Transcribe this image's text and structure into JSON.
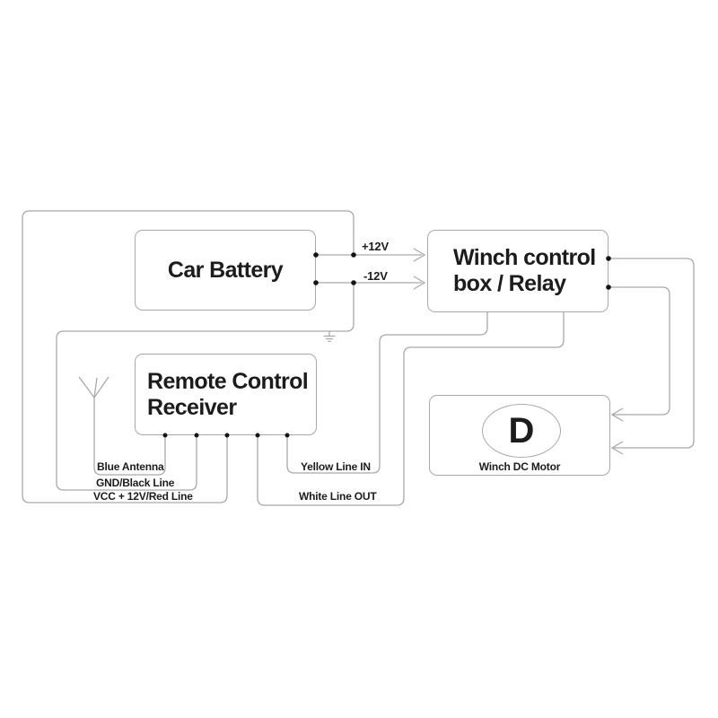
{
  "colors": {
    "wire": "#a9a9a9",
    "dot": "#141414",
    "text": "#1c1c1c",
    "bg": "#ffffff"
  },
  "boxes": {
    "car_battery": {
      "label": "Car Battery"
    },
    "winch_control": {
      "line1": "Winch control",
      "line2": "box / Relay"
    },
    "remote_receiver": {
      "line1": "Remote Control",
      "line2": "Receiver"
    },
    "winch_motor": {
      "rotor_symbol": "D",
      "label": "Winch DC Motor"
    }
  },
  "wire_labels": {
    "plus_12v": "+12V",
    "minus_12v": "-12V",
    "blue_antenna": "Blue Antenna",
    "gnd_black": "GND/Black Line",
    "vcc_red": "VCC + 12V/Red Line",
    "yellow_in": "Yellow Line IN",
    "white_out": "White Line OUT"
  },
  "icons": {
    "antenna": "antenna-icon",
    "ground": "ground-icon",
    "junction_dot": "junction-dot",
    "arrowhead": "arrowhead-icon"
  }
}
